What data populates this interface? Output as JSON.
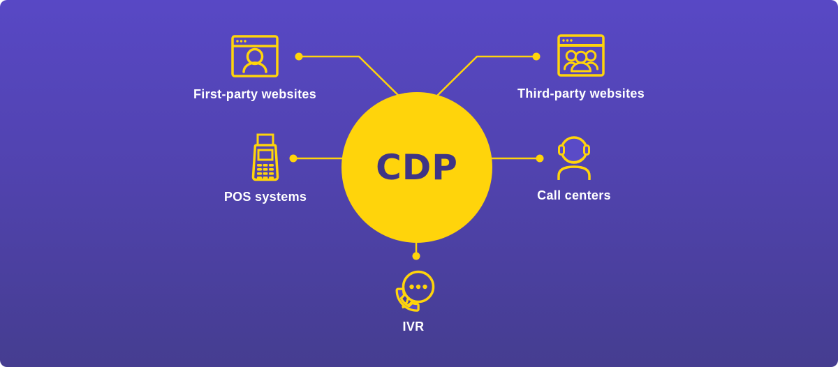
{
  "diagram": {
    "center": {
      "label": "CDP"
    },
    "nodes": [
      {
        "label": "First-party websites",
        "icon": "browser-user-icon"
      },
      {
        "label": "Third-party websites",
        "icon": "browser-group-icon"
      },
      {
        "label": "POS systems",
        "icon": "pos-terminal-icon"
      },
      {
        "label": "Call centers",
        "icon": "headset-agent-icon"
      },
      {
        "label": "IVR",
        "icon": "phone-chat-icon"
      }
    ],
    "colors": {
      "accent_yellow": "#FFD40B",
      "background_top": "#5848C5",
      "background_bottom": "#453D90",
      "hub_fill": "#FFD40B",
      "hub_text": "#3F3585",
      "label_text": "#FFFFFF",
      "icon_accent_fill": "#5A4BC7"
    }
  }
}
